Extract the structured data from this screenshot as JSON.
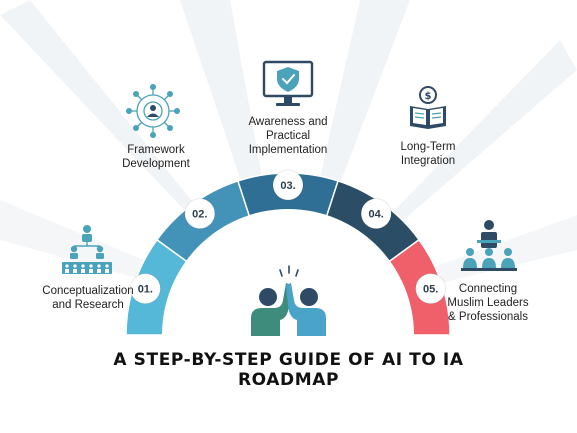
{
  "title": {
    "line1": "A STEP-BY-STEP GUIDE OF AI TO IA",
    "line2": "ROADMAP"
  },
  "steps": [
    {
      "number": "01.",
      "label": "Conceptualization\nand Research",
      "icon": "org-chart-icon",
      "color": "#55b8d8"
    },
    {
      "number": "02.",
      "label": "Framework\nDevelopment",
      "icon": "network-user-icon",
      "color": "#4392b8"
    },
    {
      "number": "03.",
      "label": "Awareness and\nPractical\nImplementation",
      "icon": "monitor-shield-icon",
      "color": "#2f6e95"
    },
    {
      "number": "04.",
      "label": "Long-Term\nIntegration",
      "icon": "book-dollar-icon",
      "color": "#2b4e66"
    },
    {
      "number": "05.",
      "label": "Connecting\nMuslim Leaders\n& Professionals",
      "icon": "presentation-icon",
      "color": "#f0606a"
    }
  ],
  "colors": {
    "teal": "#4aa3b8",
    "navy": "#2e4a64",
    "skin": "#f0c4a0"
  }
}
